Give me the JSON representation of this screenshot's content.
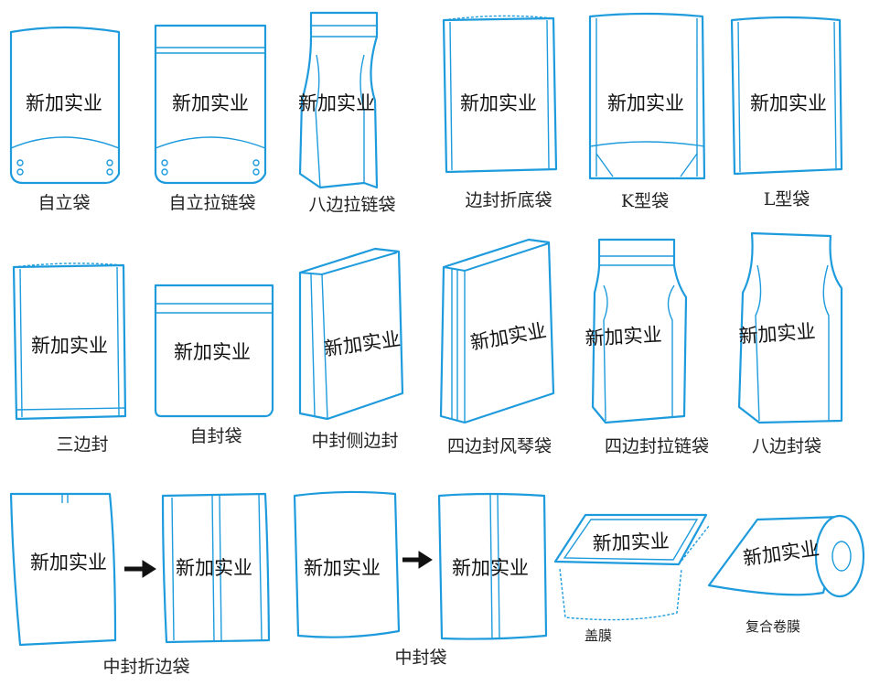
{
  "brand_text": "新加实业",
  "colors": {
    "outline": "#1e9bdc",
    "text": "#222222",
    "arrow": "#111111"
  },
  "bags": [
    {
      "caption": "自立袋"
    },
    {
      "caption": "自立拉链袋"
    },
    {
      "caption": "八边拉链袋"
    },
    {
      "caption": "边封折底袋"
    },
    {
      "caption": "K型袋"
    },
    {
      "caption": "L型袋"
    },
    {
      "caption": "三边封"
    },
    {
      "caption": "自封袋"
    },
    {
      "caption": "中封侧边封"
    },
    {
      "caption": "四边封风琴袋"
    },
    {
      "caption": "四边封拉链袋"
    },
    {
      "caption": "八边封袋"
    }
  ],
  "groups": [
    {
      "caption": "中封折边袋"
    },
    {
      "caption": "中封袋"
    }
  ],
  "extras": [
    {
      "caption": "盖膜"
    },
    {
      "caption": "复合卷膜"
    }
  ],
  "icons": {
    "arrow": "right-arrow-icon"
  }
}
